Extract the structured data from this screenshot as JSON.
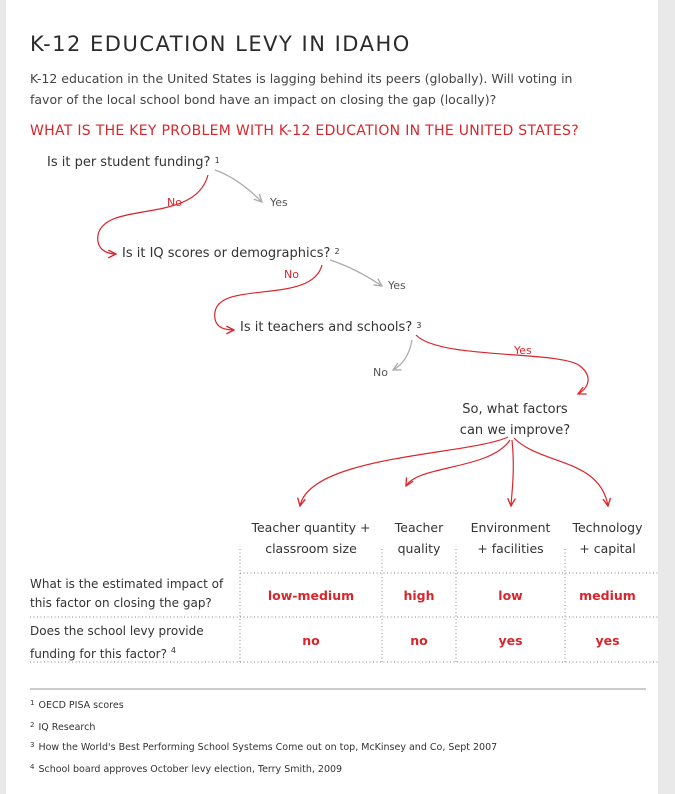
{
  "title": "K-12 EDUCATION LEVY IN IDAHO",
  "intro": "K-12 education in the United States is lagging behind its peers (globally). Will voting in favor of the local school bond have an impact on closing the gap (locally)?",
  "key_question": "WHAT IS THE KEY PROBLEM WITH K-12 EDUCATION IN THE UNITED STATES?",
  "flow": {
    "q1": {
      "text": "Is it per student funding?",
      "ref": "1",
      "no": "No",
      "yes": "Yes"
    },
    "q2": {
      "text": "Is it IQ scores or demographics?",
      "ref": "2",
      "no": "No",
      "yes": "Yes"
    },
    "q3": {
      "text": "Is it teachers and schools?",
      "ref": "3",
      "no": "No",
      "yes": "Yes"
    },
    "q4": {
      "line1": "So, what factors",
      "line2": "can we improve?"
    }
  },
  "colors": {
    "accent": "#d9262c",
    "grey_arrow": "#aaaaaa",
    "text": "#333333"
  },
  "table": {
    "columns": [
      {
        "line1": "Teacher quantity +",
        "line2": "classroom size"
      },
      {
        "line1": "Teacher",
        "line2": "quality"
      },
      {
        "line1": "Environment",
        "line2": "+ facilities"
      },
      {
        "line1": "Technology",
        "line2": "+ capital"
      }
    ],
    "rows": [
      {
        "line1": "What is the estimated impact of",
        "line2": "this factor on closing the gap?",
        "ref": "",
        "values": [
          "low-medium",
          "high",
          "low",
          "medium"
        ]
      },
      {
        "line1": "Does the school levy provide",
        "line2": "funding for this factor?",
        "ref": "4",
        "values": [
          "no",
          "no",
          "yes",
          "yes"
        ]
      }
    ]
  },
  "footnotes": [
    {
      "num": "1",
      "text": "OECD PISA scores"
    },
    {
      "num": "2",
      "text": "IQ Research"
    },
    {
      "num": "3",
      "text": "How the World's Best Performing School Systems Come out on top, McKinsey and Co, Sept 2007"
    },
    {
      "num": "4",
      "text": "School board approves October levy election, Terry Smith, 2009"
    }
  ]
}
